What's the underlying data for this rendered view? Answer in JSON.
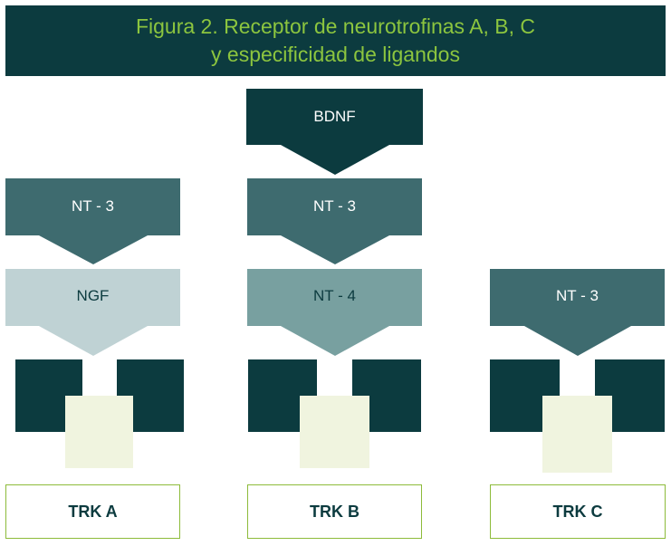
{
  "title": {
    "line1": "Figura 2. Receptor de neurotrofinas A, B, C",
    "line2": "y especificidad de ligandos"
  },
  "columns": [
    {
      "receptor_label": "TRK A",
      "ligands": [
        "NT - 3",
        "NGF"
      ]
    },
    {
      "receptor_label": "TRK B",
      "ligands": [
        "BDNF",
        "NT - 3",
        "NT - 4"
      ]
    },
    {
      "receptor_label": "TRK C",
      "ligands": [
        "NT - 3"
      ]
    }
  ],
  "colors": {
    "title_bg": "#0c3b3f",
    "title_text": "#8cc53f",
    "dark": "#0c3b3f",
    "teal": "#3e6b6f",
    "light_teal": "#78a0a0",
    "pale": "#bfd2d4",
    "cream": "#f0f4df",
    "border_green": "#8dbb3a"
  }
}
